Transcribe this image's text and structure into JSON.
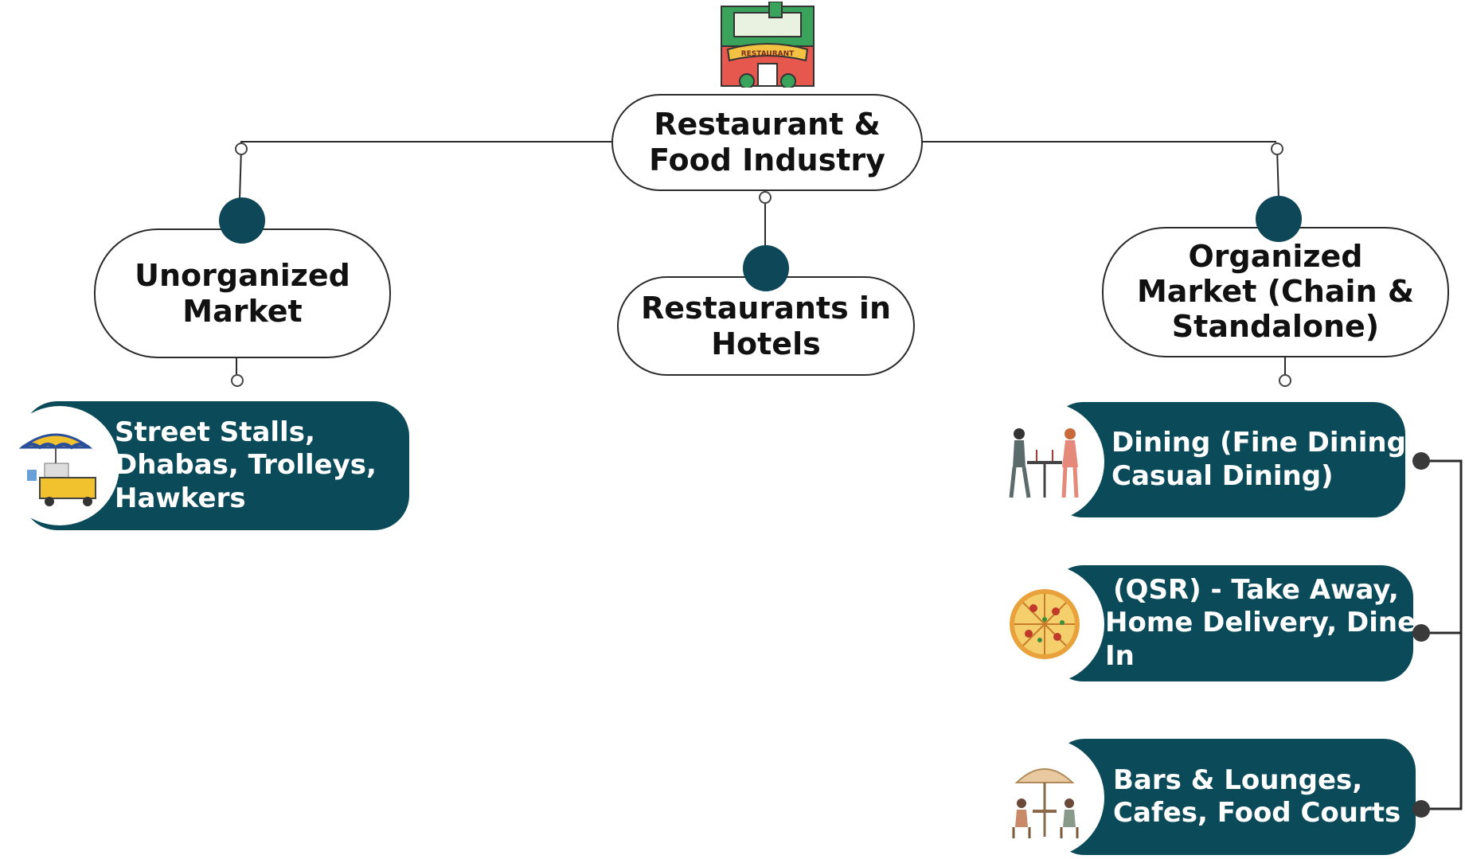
{
  "root": {
    "line1": "Restaurant &",
    "line2": "Food Industry"
  },
  "branches": {
    "unorganized": {
      "line1": "Unorganized",
      "line2": "Market"
    },
    "hotels": {
      "line1": "Restaurants in",
      "line2": "Hotels"
    },
    "organized": {
      "line1": "Organized",
      "line2": "Market (Chain &",
      "line3": "Standalone)"
    }
  },
  "leaves": {
    "street": {
      "line1": "Street Stalls,",
      "line2": "Dhabas, Trolleys,",
      "line3": "Hawkers"
    },
    "dining": {
      "line1": "Dining (Fine Dining,",
      "line2": "Casual Dining)"
    },
    "qsr": {
      "line1": "(QSR) - Take Away,",
      "line2": "Home Delivery, Dine",
      "line3": "In"
    },
    "bars": {
      "line1": "Bars & Lounges,",
      "line2": "Cafes, Food Courts"
    }
  },
  "restaurant_sign": "RESTAURANT",
  "colors": {
    "card": "#0b4a59",
    "dot": "#0e4757",
    "line": "#2b2b2b"
  },
  "icons": [
    "restaurant-building-icon",
    "street-stall-icon",
    "dining-couple-icon",
    "pizza-icon",
    "cafe-umbrella-icon"
  ]
}
